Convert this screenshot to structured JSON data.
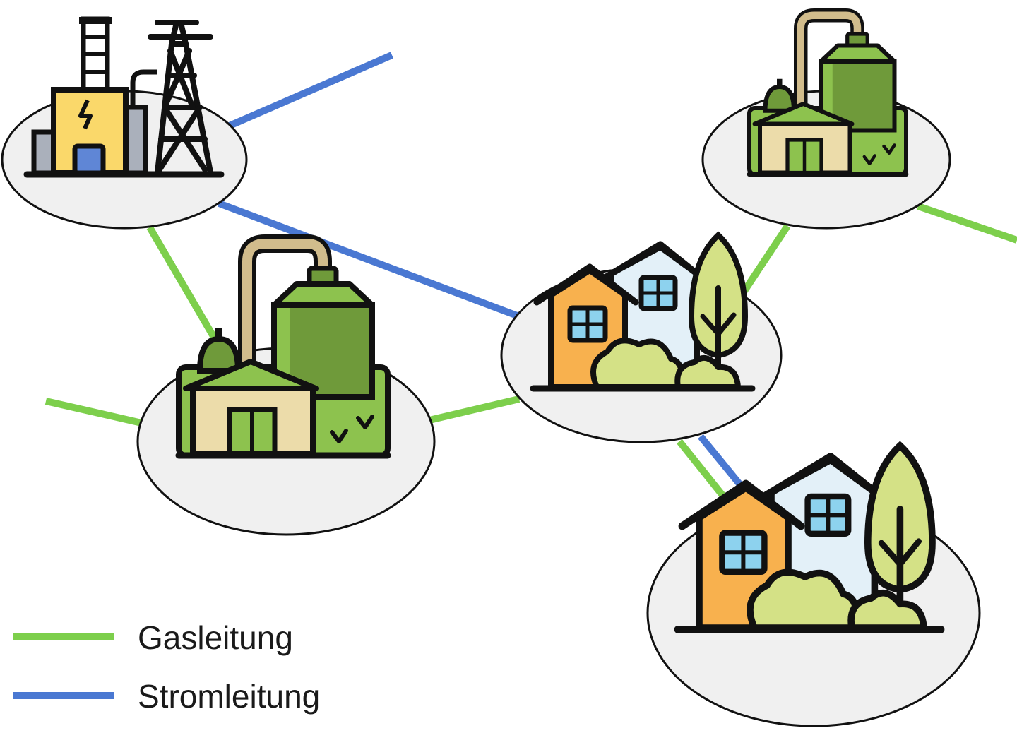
{
  "legend": {
    "gas": {
      "label": "Gasleitung",
      "color": "#7dcf4c"
    },
    "power": {
      "label": "Stromleitung",
      "color": "#4a78d2"
    }
  },
  "colors": {
    "node_fill": "#f0f0f0",
    "outline": "#111111",
    "green_dark": "#6f9a3a",
    "green_mid": "#8dc24e",
    "green_light": "#d4e186",
    "beige": "#ecdcaa",
    "pipe": "#d1bc8c",
    "orange": "#f8b14e",
    "house_blue": "#e3f0f8",
    "window_blue": "#8dd2ee",
    "plant_yellow": "#fad86a",
    "plant_gray": "#aab0bb",
    "door_blue": "#5f86d6"
  },
  "nodes": [
    {
      "id": "power-plant",
      "icon": "power-plant-icon"
    },
    {
      "id": "biogas-plant-large",
      "icon": "biogas-plant-icon"
    },
    {
      "id": "biogas-plant-small",
      "icon": "biogas-plant-icon"
    },
    {
      "id": "settlement-center",
      "icon": "houses-icon"
    },
    {
      "id": "settlement-bottom",
      "icon": "houses-icon"
    }
  ]
}
